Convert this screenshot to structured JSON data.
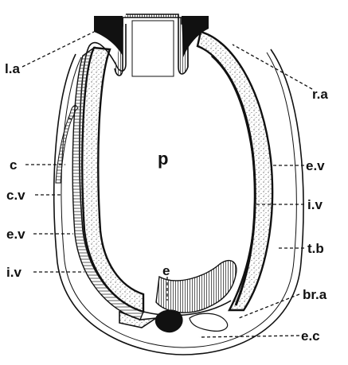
{
  "figure": {
    "labels": {
      "la": "l.a",
      "ra": "r.a",
      "c": "c",
      "p": "p",
      "ev_right": "e.v",
      "cv": "c.v",
      "iv_right": "i.v",
      "ev_left": "e.v",
      "tb": "t.b",
      "e": "e",
      "iv_left": "i.v",
      "bra": "br.a",
      "ec": "e.c"
    },
    "colors": {
      "ink": "#111111",
      "stipple": "#8a8a8a",
      "paper": "#ffffff"
    }
  }
}
